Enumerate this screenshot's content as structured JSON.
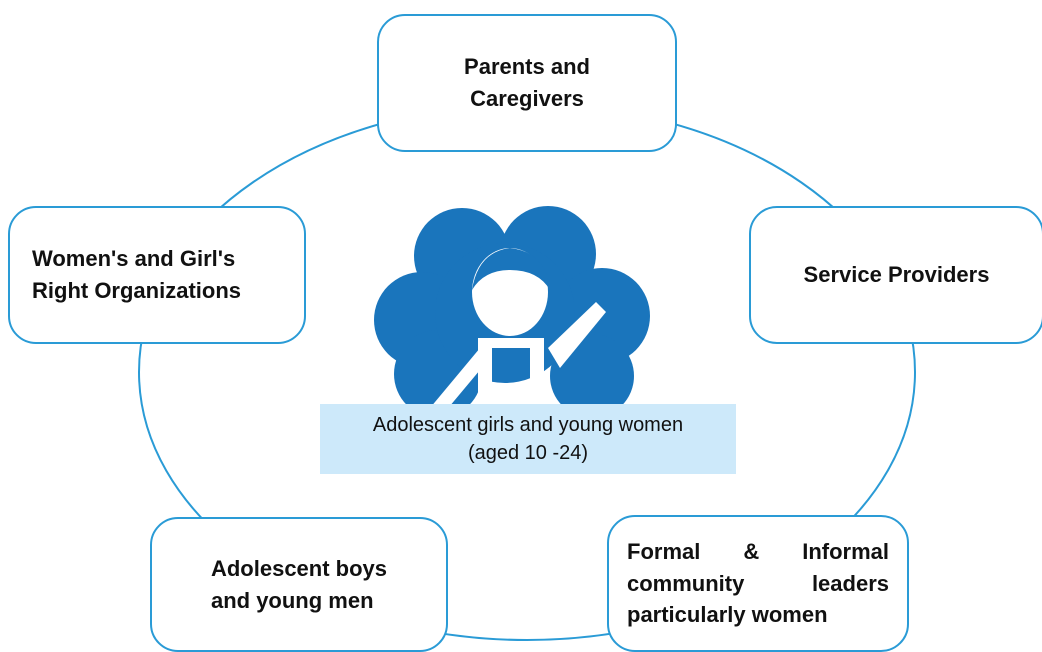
{
  "nodes": {
    "parents": "Parents and\nCaregivers",
    "service": "Service Providers",
    "womens": "Women's and Girl's\nRight Organizations",
    "boys": "Adolescent boys\nand young men",
    "formal": "Formal & Informal community leaders particularly women"
  },
  "center": {
    "line1": "Adolescent girls and young women",
    "line2": "(aged 10 -24)"
  },
  "colors": {
    "accent": "#2a9bd6",
    "logo_blue": "#1a75bc",
    "label_bg": "#cde9fa"
  },
  "logo": {
    "icon": "flower-girl-logo-icon"
  }
}
